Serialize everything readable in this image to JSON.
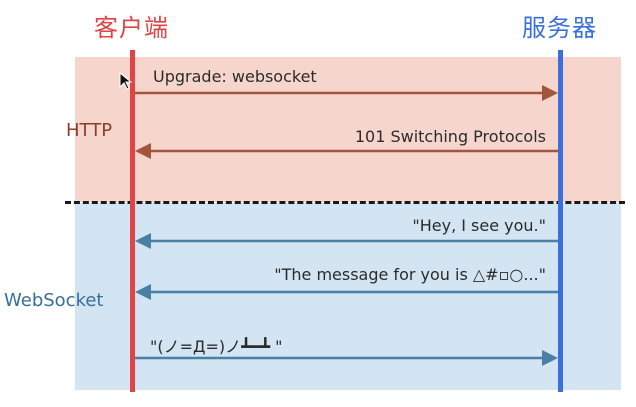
{
  "header": {
    "client_label": "客户端",
    "server_label": "服务器"
  },
  "colors": {
    "client": "#e04444",
    "server": "#3b6fdc",
    "http_band": "#f6d6cc",
    "websocket_band": "#d3e5f3",
    "http_arrow": "#a3543c",
    "websocket_arrow": "#4a7fa6"
  },
  "sections": {
    "http_label": "HTTP",
    "websocket_label": "WebSocket"
  },
  "messages": [
    {
      "text": "Upgrade: websocket",
      "direction": "client-to-server",
      "protocol": "http"
    },
    {
      "text": "101 Switching Protocols",
      "direction": "server-to-client",
      "protocol": "http"
    },
    {
      "text": "\"Hey, I see you.\"",
      "direction": "server-to-client",
      "protocol": "websocket"
    },
    {
      "text": "\"The message for you is △#▫○...\"",
      "direction": "server-to-client",
      "protocol": "websocket"
    },
    {
      "text": "\"(ノ=Д=)ノ┻━┻ \"",
      "direction": "client-to-server",
      "protocol": "websocket"
    }
  ]
}
